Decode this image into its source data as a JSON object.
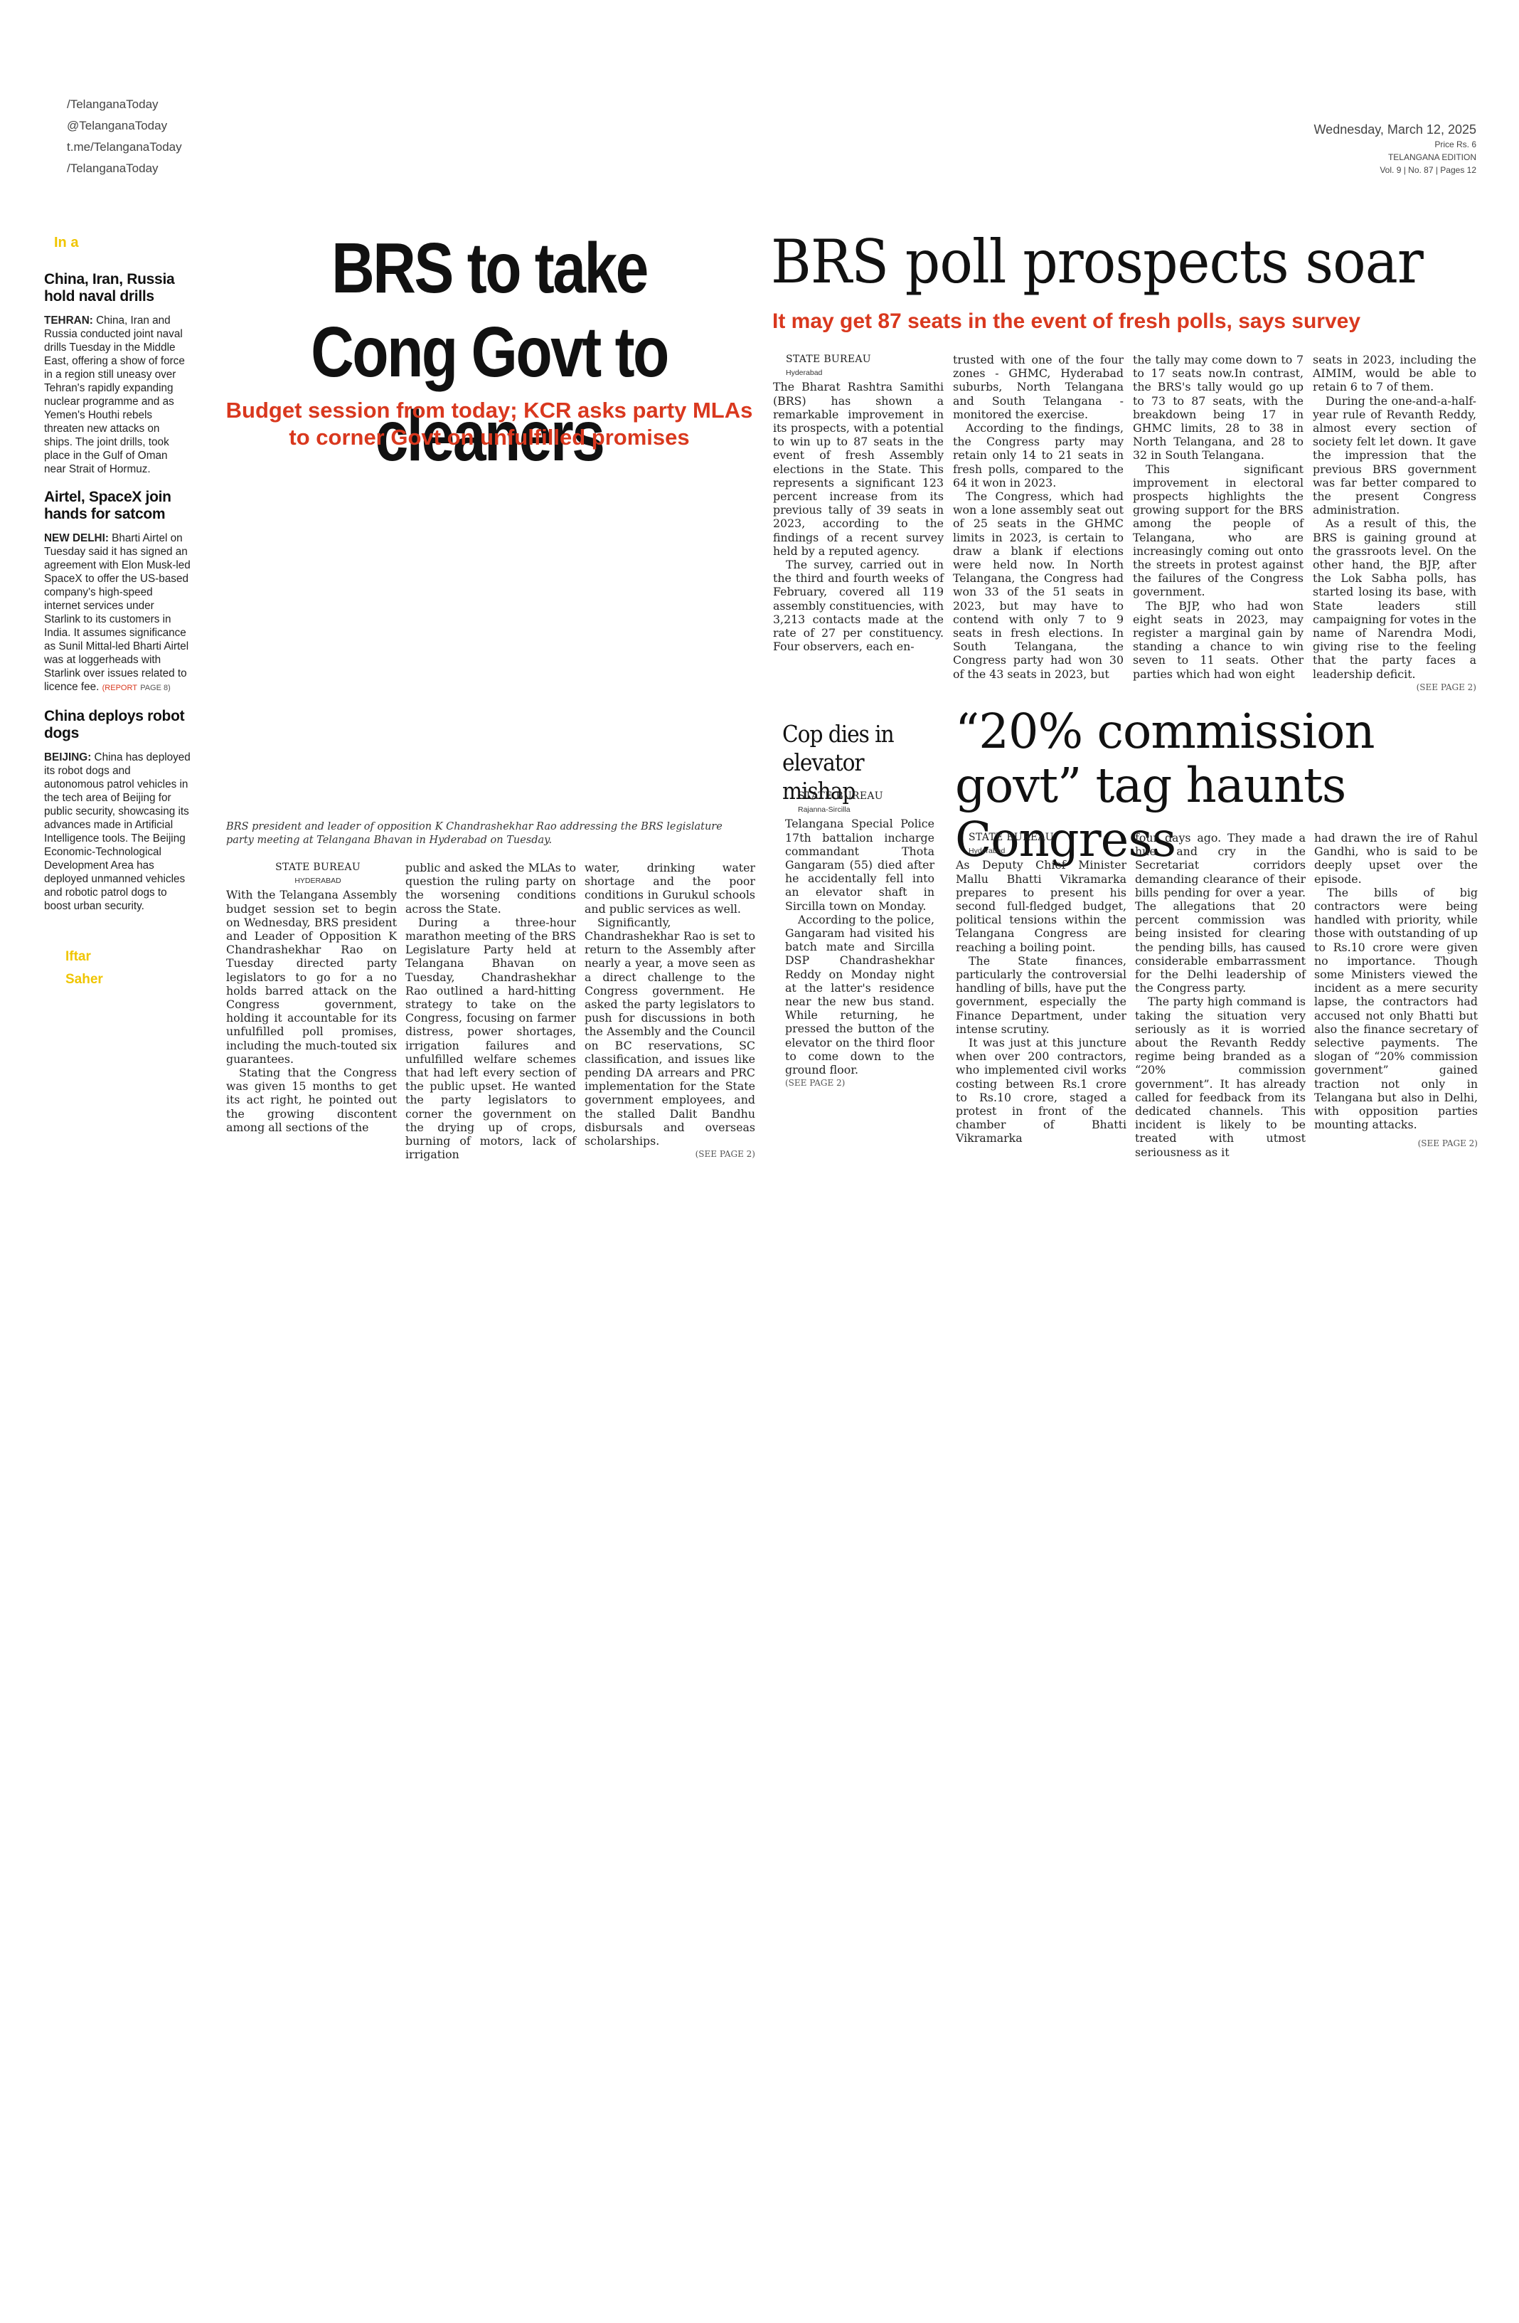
{
  "masthead": {
    "social": [
      "/TelanganaToday",
      "@TelanganaToday",
      "t.me/TelanganaToday",
      "/TelanganaToday"
    ],
    "date": "Wednesday, March 12, 2025",
    "price": "Price Rs. 6",
    "edition": "TELANGANA EDITION",
    "volume": "Vol. 9 | No. 87 | Pages 12"
  },
  "briefs": {
    "label": "In a",
    "items": [
      {
        "headline": "China, Iran, Russia hold naval drills",
        "dateline": "TEHRAN:",
        "body": " China, Iran and Russia conducted joint naval drills Tuesday in the Middle East, offering a show of force in a region still uneasy over Tehran's rapidly expanding nuclear programme and as Yemen's Houthi rebels threaten new attacks on ships. The joint drills, took place in the Gulf of Oman near Strait of Hormuz."
      },
      {
        "headline": "Airtel, SpaceX join hands for satcom",
        "dateline": "NEW DELHI:",
        "body": " Bharti Airtel on Tuesday said it has signed an agreement with Elon Musk-led SpaceX to offer the US-based company's high-speed internet services under Starlink to its customers in India. It assumes significance as Sunil Mittal-led Bharti Airtel was at loggerheads with Starlink over issues related to licence fee.",
        "ref": "(REPORT",
        "ref_page": "PAGE 8)"
      },
      {
        "headline": "China deploys robot dogs",
        "dateline": "BEIJING:",
        "body": " China has deployed its robot dogs and autonomous patrol vehicles in the tech area of Beijing for public security, showcasing its advances made in Artificial Intelligence tools. The Beijing Economic-Technological Development Area has deployed unmanned vehicles and robotic patrol dogs to boost urban security."
      }
    ],
    "footer": [
      "Iftar",
      "Saher"
    ]
  },
  "lead": {
    "headline": "BRS to take Cong Govt to cleaners",
    "subhead": "Budget session from today; KCR asks party MLAs to corner Govt on unfulfilled promises",
    "caption": "BRS  president and leader of opposition K Chandrashekhar Rao addressing the BRS legislature party meeting at Telangana Bhavan in Hyderabad on Tuesday.",
    "byline": "STATE BUREAU",
    "place": "HYDERABAD",
    "col1": [
      "With the Telangana Assembly budget session set to begin on Wednesday, BRS president and Leader of Opposition K Chandrashekhar Rao on Tuesday directed party legislators to go for a no holds barred attack on the Congress government, holding it accountable for its unfulfilled poll promises, including the much-touted six guarantees.",
      "Stating that the Congress was given 15 months to get its act right, he pointed out the growing discontent among all sections of the"
    ],
    "col2": [
      "public and asked the MLAs to question the ruling party on the worsening conditions across the State.",
      "During a three-hour marathon meeting of the BRS Legislature Party held at Telangana Bhavan on Tuesday, Chandrashekhar Rao outlined a hard-hitting strategy to take on the Congress, focusing on farmer distress, power shortages, irrigation failures and unfulfilled welfare schemes that had left every section of the public upset. He wanted the party legislators to corner the government on the drying up of crops, burning of motors, lack of irrigation"
    ],
    "col3": [
      "water, drinking water shortage and the poor conditions in Gurukul schools and public services as well.",
      "Significantly, Chandrashekhar Rao is set to return to the Assembly after nearly a year, a move seen as a direct challenge to the Congress government. He asked the party legislators to push for discussions in both the Assembly and the Council on BC reservations, SC classification, and issues like pending DA arrears and PRC implementation for the State government employees, and the stalled Dalit Bandhu disbursals and overseas scholarships."
    ],
    "see": "(SEE",
    "see_page": "PAGE 2)"
  },
  "poll": {
    "headline": "BRS poll prospects soar",
    "subhead": "It may get 87 seats in the event of fresh polls, says survey",
    "byline": "STATE BUREAU",
    "place": "Hyderabad",
    "col1": [
      "The Bharat Rashtra Samithi (BRS) has shown a remarkable improvement in its prospects, with a potential to win up to 87 seats in the event of fresh Assembly elections in the State. This represents a significant 123 percent increase from its previous tally of 39 seats in 2023, according to the findings of a recent survey held by a reputed agency.",
      "The survey, carried out in the third and fourth weeks of February, covered all 119 assembly constituencies, with 3,213 contacts made at the rate of 27 per constituency. Four observers, each en-"
    ],
    "col2": [
      "trusted with one of the four zones - GHMC, Hyderabad suburbs, North Telangana and South Telangana - monitored the exercise.",
      "According to the findings, the Congress party may retain only 14 to 21 seats in fresh polls, compared to the 64 it won in 2023.",
      "The Congress, which had won a lone assembly seat out of 25 seats in the GHMC limits in 2023, is certain to draw a blank if elections were held now. In North Telangana, the Congress had won 33 of the 51 seats in 2023, but may have to contend with only 7 to 9 seats in fresh elections. In South Telangana, the Congress party had won 30 of the 43 seats in 2023, but"
    ],
    "col3": [
      "the tally may come down to 7 to 17 seats now.In contrast, the BRS's tally would go up to 73 to 87 seats, with the breakdown being 17 in GHMC limits, 28 to 38 in North Telangana, and 28 to 32 in South Telangana.",
      "This significant improvement in electoral prospects highlights the growing support for the BRS among the people of Telangana, who are increasingly coming out onto the streets in protest against the failures of the Congress government.",
      "The BJP, who had won eight seats in 2023, may register a marginal gain by standing a chance to win seven to 11 seats. Other parties which had won eight"
    ],
    "col4": [
      "seats in 2023, including the AIMIM, would be able to retain 6 to 7 of them.",
      "During the one-and-a-half-year rule of Revanth Reddy, almost every section of society felt let down. It gave the impression that the previous BRS government was far better compared to the present Congress administration.",
      "As a result of this, the BRS is gaining ground at the grassroots level. On the other hand, the BJP, after the Lok Sabha polls, has started losing its base, with State leaders still campaigning for votes in the name of Narendra Modi, giving rise to the feeling that the party faces a leadership deficit."
    ],
    "see": "(SEE",
    "see_page": "PAGE 2)"
  },
  "cop": {
    "headline": "Cop dies in elevator mishap",
    "byline": "STATE BUREAU",
    "place": "Rajanna-Sircilla",
    "body": [
      "Telangana Special Police 17th battalion incharge commandant Thota Gangaram (55) died after he accidentally fell into an elevator shaft in Sircilla town on Monday.",
      "According to the police, Gangaram had visited his batch mate and Sircilla DSP Chandrashekhar Reddy on Monday night at the latter's residence near the new bus stand. While returning, he pressed the button of the elevator on the third floor to come down to the ground floor."
    ],
    "see": "(SEE",
    "see_page": "PAGE 2)"
  },
  "commission": {
    "headline": "“20% commission govt” tag haunts Congress",
    "byline": "STATE BUREAU",
    "place": "Hyderabad",
    "col1": [
      "As Deputy Chief Minister Mallu Bhatti Vikramarka prepares to present his second full-fledged budget, political tensions within the Telangana Congress are reaching a boiling point.",
      "The State finances, particularly the controversial handling of bills, have put the government, especially the Finance Department, under intense scrutiny.",
      "It was just at this juncture when over 200 contractors, who implemented civil works costing between Rs.1 crore to Rs.10 crore, staged a protest in front of the chamber of Bhatti Vikramarka"
    ],
    "col2": [
      "four days ago. They made a hue and cry in the Secretariat corridors demanding clearance of their bills pending for over a year. The allegations that 20 percent commission was being insisted for clearing the pending bills, has caused considerable embarrassment for the Delhi leadership of the Congress party.",
      "The party high command is taking the situation very seriously as it is worried about the Revanth Reddy regime being branded as a “20% commission government”. It has already called for feedback from its dedicated channels. This incident is likely to be treated with utmost seriousness as it"
    ],
    "col3": [
      "had drawn the ire of Rahul Gandhi, who is said to be deeply upset over the episode.",
      "The bills of big contractors were being handled with priority, while those with outstanding of up to Rs.10 crore were given no importance. Though some Ministers viewed the incident as a mere security lapse, the contractors had accused not only Bhatti but also the finance secretary of selective payments. The slogan of “20% commission government” gained traction not only in Telangana but also in Delhi, with opposition parties mounting attacks."
    ],
    "see": "(SEE",
    "see_page": "PAGE 2)"
  }
}
